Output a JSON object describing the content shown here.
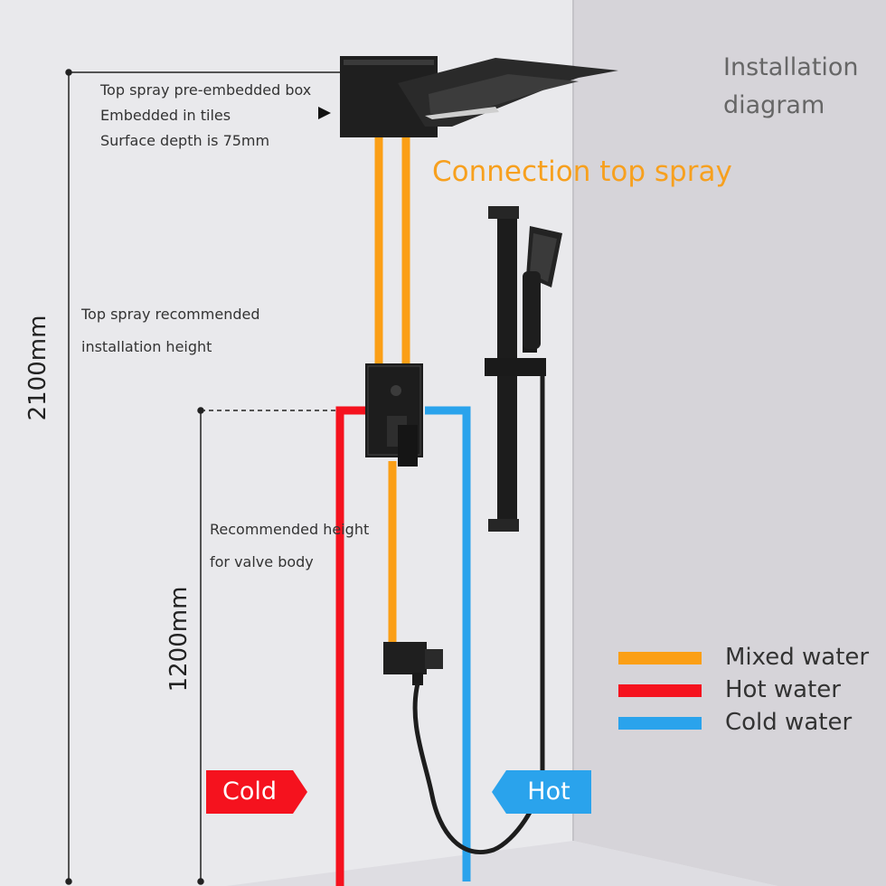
{
  "title": {
    "line1": "Installation",
    "line2": "diagram"
  },
  "connection_label": "Connection top spray",
  "notes": {
    "embedded_box": [
      "Top spray pre-embedded box",
      "Embedded in tiles",
      "Surface depth is 75mm"
    ],
    "top_spray_height": [
      "Top spray recommended",
      "installation height"
    ],
    "valve_height": [
      "Recommended height",
      "for valve body"
    ]
  },
  "dimensions": {
    "top_spray": "2100mm",
    "valve_body": "1200mm"
  },
  "legend": [
    {
      "label": "Mixed water",
      "color": "#fb9f16"
    },
    {
      "label": "Hot water",
      "color": "#f5121e"
    },
    {
      "label": "Cold water",
      "color": "#2aa3ec"
    }
  ],
  "tags": {
    "cold": "Cold",
    "hot": "Hot"
  },
  "colors": {
    "mixed": "#fb9f16",
    "hot": "#f5121e",
    "cold": "#2aa3ec",
    "fixture": "#222222",
    "wall": "#d6d4d9",
    "background": "#e9e9ec"
  },
  "icons": [
    "rain-shower-head-icon",
    "mixing-valve-icon",
    "slide-bar-icon",
    "hand-shower-icon",
    "hose-icon",
    "outlet-elbow-icon"
  ]
}
